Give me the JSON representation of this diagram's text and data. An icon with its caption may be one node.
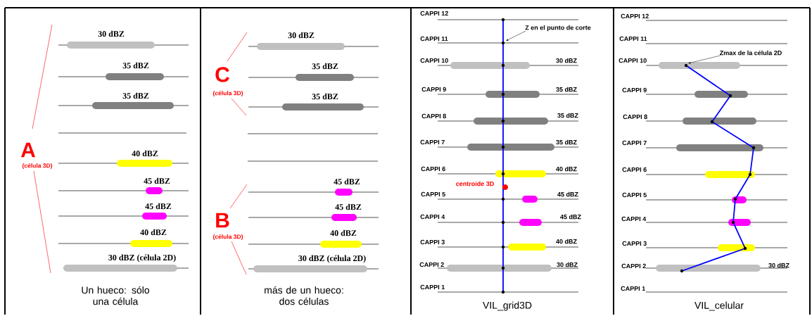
{
  "diagram": {
    "nodes": [
      {
        "text": [
          "Z en el punto de corte"
        ]
      },
      {
        "text": [
          "Zmax de la célula 2D"
        ]
      }
    ],
    "edges": [
      {
        "from": 0,
        "to": null,
        "arrow": "to"
      },
      {
        "from": 1,
        "to": null,
        "arrow": "to"
      }
    ],
    "labels": [
      "30 dBZ",
      "35 dBZ",
      "35 dBZ",
      "A",
      "(célula 3D)",
      "40 dBZ",
      "45 dBZ",
      "45 dBZ",
      "40 dBZ",
      "30 dBZ (célula 2D)",
      "Un hueco: sólo una célula",
      "30 dBZ",
      "35 dBZ",
      "C",
      "(célula 3D)",
      "35 dBZ",
      "45 dBZ",
      "45 dBZ",
      "B",
      "40 dBZ",
      "(célula 3D)",
      "30 dBZ (célula 2D)",
      "más de un hueco: dos células",
      "CAPPI 12",
      "CAPPI 11",
      "CAPPI 10",
      "30 dBZ",
      "CAPPI 9",
      "35 dBZ",
      "CAPPI 8",
      "35 dBZ",
      "CAPPI 7",
      "35 dBZ",
      "CAPPI 6",
      "40 dBZ",
      "centroide 3D",
      "CAPPI 5",
      "45 dBZ",
      "CAPPI 4",
      "45 dBZ",
      "CAPPI 3",
      "40 dBZ",
      "CAPPI 2",
      "30 dBZ",
      "CAPPI 1",
      "VIL_grid3D",
      "CAPPI 12",
      "CAPPI 11",
      "CAPPI 10",
      "CAPPI 9",
      "CAPPI 8",
      "CAPPI 7",
      "CAPPI 6",
      "CAPPI 5",
      "CAPPI 4",
      "CAPPI 3",
      "CAPPI 2",
      "30 dBZ",
      "CAPPI 1",
      "VIL_celular"
    ]
  }
}
